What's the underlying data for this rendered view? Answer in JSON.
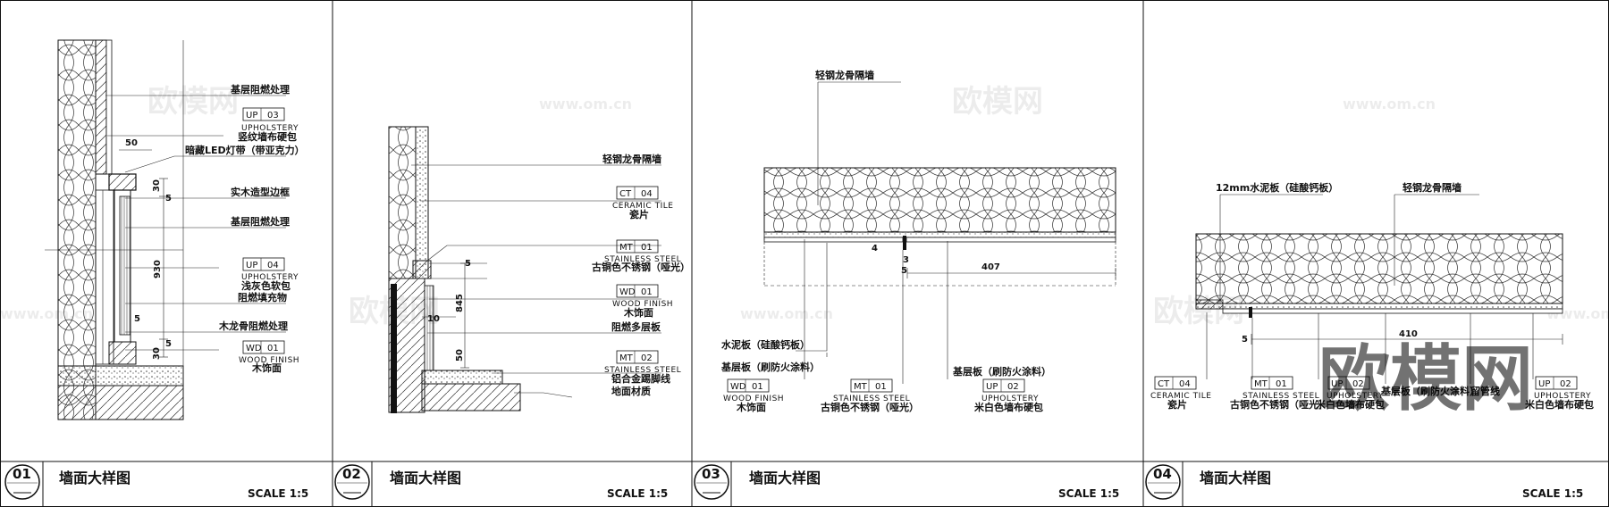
{
  "watermarks": {
    "brand": "欧模网",
    "site": "www.om.cn"
  },
  "panels": [
    {
      "number": "01",
      "title": "墙面大样图",
      "scale": "SCALE  1:5",
      "labels": {
        "base_fire_top": "基层阻燃处理",
        "up03_code": "UP",
        "up03_num": "03",
        "up03_en": "UPHOLSTERY",
        "up03_cn": "竖纹墙布硬包",
        "led": "暗藏LED灯带（带亚克力）",
        "frame": "实木造型边框",
        "base_fire_mid": "基层阻燃处理",
        "up04_code": "UP",
        "up04_num": "04",
        "up04_en": "UPHOLSTERY",
        "up04_cn": "浅灰色软包",
        "filler": "阻燃填充物",
        "keel": "木龙骨阻燃处理",
        "wd01_code": "WD",
        "wd01_num": "01",
        "wd01_en": "WOOD  FINISH",
        "wd01_cn": "木饰面",
        "dim_50": "50",
        "dim_30a": "30",
        "dim_5a": "5",
        "dim_930": "930",
        "dim_5b": "5",
        "dim_5c": "5",
        "dim_30b": "30"
      }
    },
    {
      "number": "02",
      "title": "墙面大样图",
      "scale": "SCALE  1:5",
      "labels": {
        "partition": "轻钢龙骨隔墙",
        "ct04_code": "CT",
        "ct04_num": "04",
        "ct04_en": "CERAMIC  TILE",
        "ct04_cn": "瓷片",
        "mt01_code": "MT",
        "mt01_num": "01",
        "mt01_en": "STAINLESS  STEEL",
        "mt01_cn": "古铜色不锈钢（哑光）",
        "wd01_code": "WD",
        "wd01_num": "01",
        "wd01_en": "WOOD  FINISH",
        "wd01_cn": "木饰面",
        "ply": "阻燃多层板",
        "mt02_code": "MT",
        "mt02_num": "02",
        "mt02_en": "STAINLESS  STEEL",
        "mt02_cn": "铝合金踢脚线",
        "floor": "地面材质",
        "dim_845": "845",
        "dim_10": "10",
        "dim_50": "50",
        "dim_5": "5"
      }
    },
    {
      "number": "03",
      "title": "墙面大样图",
      "scale": "SCALE  1:5",
      "labels": {
        "partition": "轻钢龙骨隔墙",
        "cement": "水泥板（硅酸钙板）",
        "base_board": "基层板（刷防火涂料）",
        "base_board_r": "基层板（刷防火涂料）",
        "wd01_code": "WD",
        "wd01_num": "01",
        "wd01_en": "WOOD  FINISH",
        "wd01_cn": "木饰面",
        "mt01_code": "MT",
        "mt01_num": "01",
        "mt01_en": "STAINLESS  STEEL",
        "mt01_cn": "古铜色不锈钢（哑光）",
        "up02_code": "UP",
        "up02_num": "02",
        "up02_en": "UPHOLSTERY",
        "up02_cn": "米白色墙布硬包",
        "dim_4": "4",
        "dim_3": "3",
        "dim_5": "5",
        "dim_407": "407"
      }
    },
    {
      "number": "04",
      "title": "墙面大样图",
      "scale": "SCALE  1:5",
      "labels": {
        "cement": "12mm水泥板（硅酸钙板）",
        "partition": "轻钢龙骨隔墙",
        "ct04_code": "CT",
        "ct04_num": "04",
        "ct04_en": "CERAMIC  TILE",
        "ct04_cn": "瓷片",
        "mt01_code": "MT",
        "mt01_num": "01",
        "mt01_en": "STAINLESS  STEEL",
        "mt01_cn": "古铜色不锈钢（哑光）",
        "up02a_code": "UP",
        "up02a_num": "02",
        "up02a_en": "UPHOLSTERY",
        "up02a_cn": "米白色墙布硬包",
        "base_board": "基层板（刷防火涂料）",
        "reserve": "留管线",
        "up02b_code": "UP",
        "up02b_num": "02",
        "up02b_en": "UPHOLSTERY",
        "up02b_cn": "米白色墙布硬包",
        "dim_5": "5",
        "dim_410": "410"
      }
    }
  ]
}
